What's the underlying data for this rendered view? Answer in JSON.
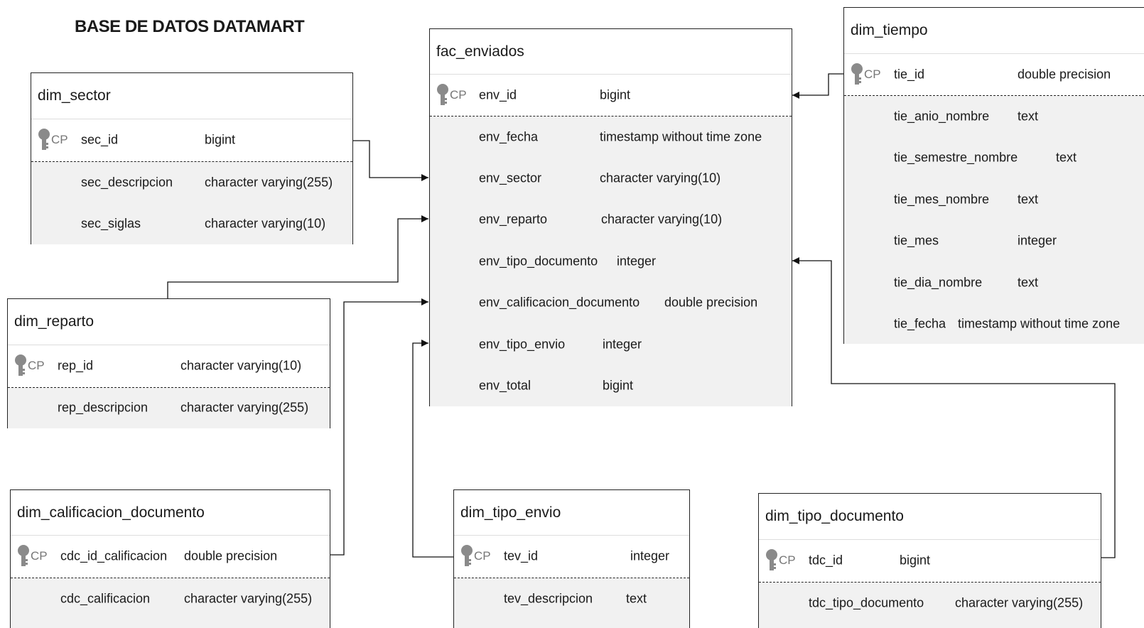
{
  "diagram_title": "BASE DE DATOS DATAMART",
  "pk_tag": "CP",
  "tables": {
    "fac_enviados": {
      "name": "fac_enviados",
      "pk": {
        "col": "env_id",
        "type": "bigint"
      },
      "attrs": [
        {
          "col": "env_fecha",
          "type": "timestamp without time zone"
        },
        {
          "col": "env_sector",
          "type": "character varying(10)"
        },
        {
          "col": "env_reparto",
          "type": "character varying(10)"
        },
        {
          "col": "env_tipo_documento",
          "type": "integer"
        },
        {
          "col": "env_calificacion_documento",
          "type": "double precision"
        },
        {
          "col": "env_tipo_envio",
          "type": "integer"
        },
        {
          "col": "env_total",
          "type": "bigint"
        }
      ]
    },
    "dim_sector": {
      "name": "dim_sector",
      "pk": {
        "col": "sec_id",
        "type": "bigint"
      },
      "attrs": [
        {
          "col": "sec_descripcion",
          "type": "character varying(255)"
        },
        {
          "col": "sec_siglas",
          "type": "character varying(10)"
        }
      ]
    },
    "dim_reparto": {
      "name": "dim_reparto",
      "pk": {
        "col": "rep_id",
        "type": "character varying(10)"
      },
      "attrs": [
        {
          "col": "rep_descripcion",
          "type": "character varying(255)"
        }
      ]
    },
    "dim_calificacion_documento": {
      "name": "dim_calificacion_documento",
      "pk": {
        "col": "cdc_id_calificacion",
        "type": "double precision"
      },
      "attrs": [
        {
          "col": "cdc_calificacion",
          "type": "character varying(255)"
        }
      ]
    },
    "dim_tipo_envio": {
      "name": "dim_tipo_envio",
      "pk": {
        "col": "tev_id",
        "type": "integer"
      },
      "attrs": [
        {
          "col": "tev_descripcion",
          "type": "text"
        }
      ]
    },
    "dim_tipo_documento": {
      "name": "dim_tipo_documento",
      "pk": {
        "col": "tdc_id",
        "type": "bigint"
      },
      "attrs": [
        {
          "col": "tdc_tipo_documento",
          "type": "character varying(255)"
        }
      ]
    },
    "dim_tiempo": {
      "name": "dim_tiempo",
      "pk": {
        "col": "tie_id",
        "type": "double precision"
      },
      "attrs": [
        {
          "col": "tie_anio_nombre",
          "type": "text"
        },
        {
          "col": "tie_semestre_nombre",
          "type": "text"
        },
        {
          "col": "tie_mes_nombre",
          "type": "text"
        },
        {
          "col": "tie_mes",
          "type": "integer"
        },
        {
          "col": "tie_dia_nombre",
          "type": "text"
        },
        {
          "col": "tie_fecha",
          "type": "timestamp without time zone"
        }
      ]
    }
  },
  "relationships": [
    {
      "from": "dim_sector.sec_id",
      "to": "fac_enviados.env_sector"
    },
    {
      "from": "dim_reparto.rep_id",
      "to": "fac_enviados.env_reparto"
    },
    {
      "from": "dim_calificacion_documento.cdc_id_calificacion",
      "to": "fac_enviados.env_calificacion_documento"
    },
    {
      "from": "dim_tipo_envio.tev_id",
      "to": "fac_enviados.env_tipo_envio"
    },
    {
      "from": "dim_tiempo.tie_id",
      "to": "fac_enviados.env_id"
    },
    {
      "from": "dim_tipo_documento.tdc_id",
      "to": "fac_enviados.env_tipo_documento"
    }
  ]
}
